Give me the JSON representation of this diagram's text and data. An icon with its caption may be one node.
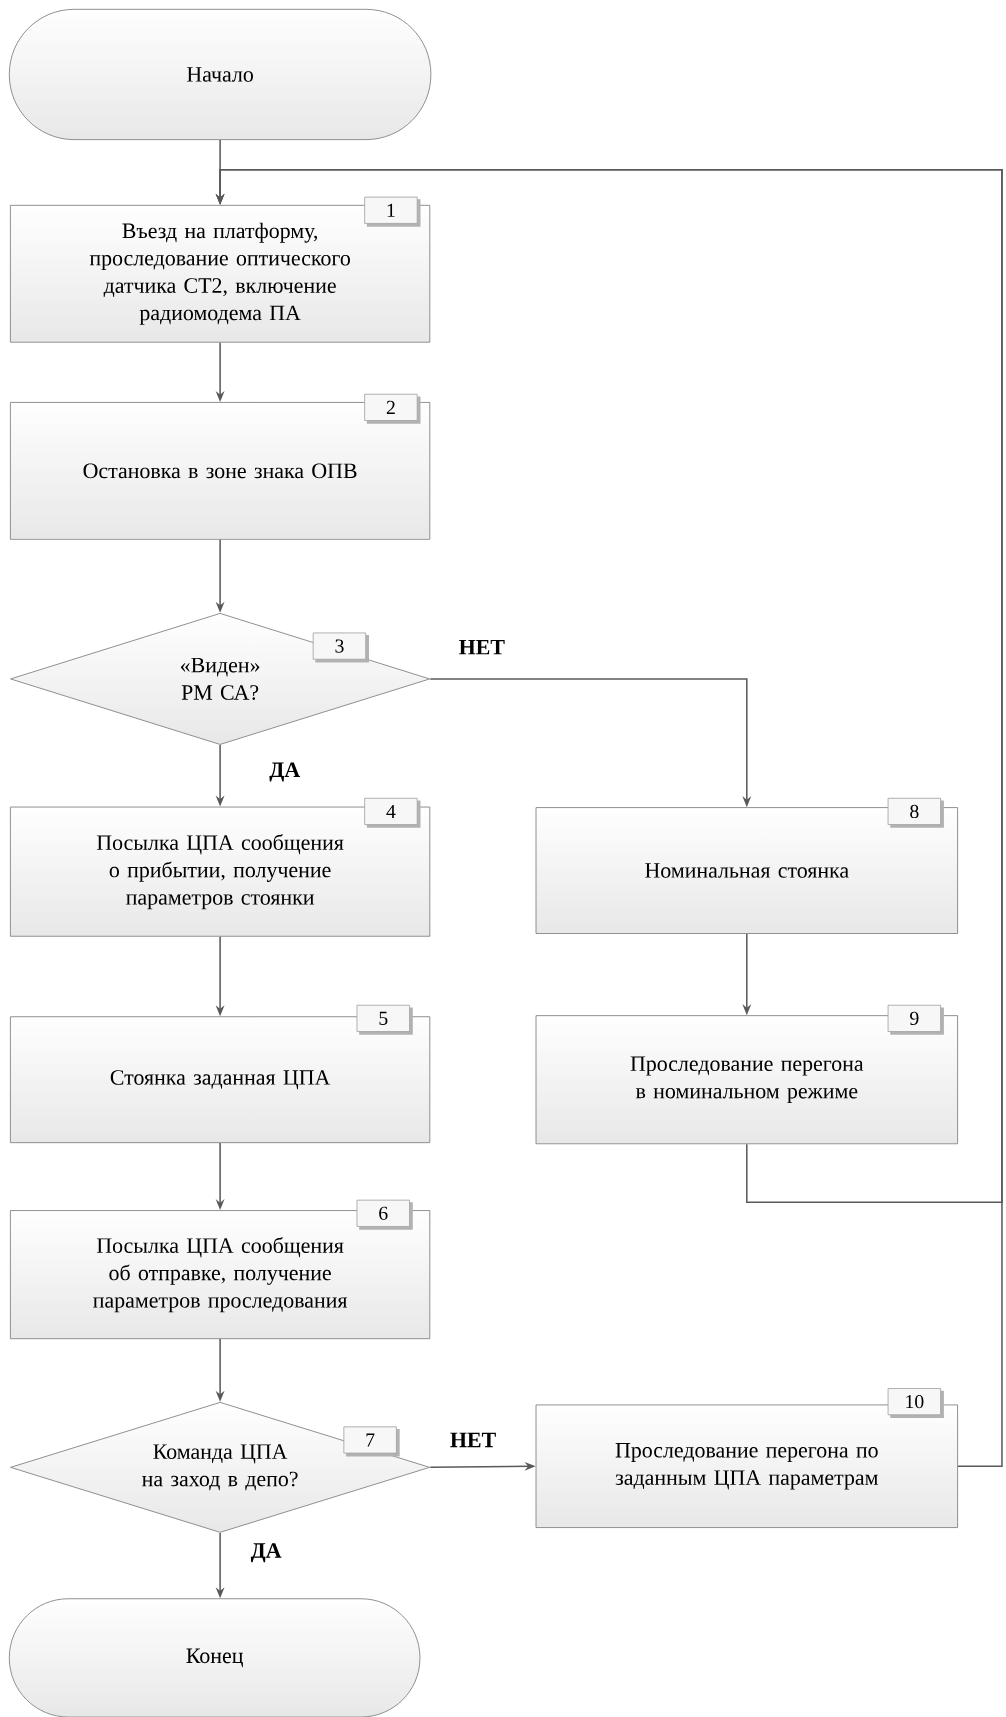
{
  "diagram": {
    "nodes": [
      {
        "text": [
          "Начало"
        ]
      },
      {
        "text": [
          "Въезд на платформу, проследование оптического датчика СТ2, включение радиомодема ПА",
          "1"
        ]
      },
      {
        "text": [
          "Остановка в зоне знака ОПВ",
          "2"
        ]
      },
      {
        "text": [
          "«Виден» РМ СА?",
          "3"
        ]
      },
      {
        "text": [
          "Посылка ЦПА сообщения о прибытии, получение параметров стоянки",
          "4"
        ]
      },
      {
        "text": [
          "Стоянка заданная ЦПА",
          "5"
        ]
      },
      {
        "text": [
          "Посылка ЦПА сообщения об отправке, получение параметров проследования",
          "6"
        ]
      },
      {
        "text": [
          "Команда ЦПА на заход в депо?",
          "7"
        ]
      },
      {
        "text": [
          "Номинальная стоянка",
          "8"
        ]
      },
      {
        "text": [
          "Проследование перегона в номинальном режиме",
          "9"
        ]
      },
      {
        "text": [
          "Проследование перегона по заданным ЦПА параметрам",
          "10"
        ]
      },
      {
        "text": [
          "Конец"
        ]
      }
    ],
    "edges": [
      {
        "from": 0,
        "to": 1,
        "arrow": "to"
      },
      {
        "from": 1,
        "to": 2,
        "arrow": "to"
      },
      {
        "from": 2,
        "to": 3,
        "arrow": "to"
      },
      {
        "from": 3,
        "to": 4,
        "arrow": "to",
        "label": "ДА"
      },
      {
        "from": 3,
        "to": 8,
        "arrow": "to",
        "label": "НЕТ"
      },
      {
        "from": 4,
        "to": 5,
        "arrow": "to"
      },
      {
        "from": 5,
        "to": 6,
        "arrow": "to"
      },
      {
        "from": 6,
        "to": 7,
        "arrow": "to"
      },
      {
        "from": 7,
        "to": 11,
        "arrow": "to",
        "label": "ДА"
      },
      {
        "from": 7,
        "to": 10,
        "arrow": "to",
        "label": "НЕТ"
      },
      {
        "from": 8,
        "to": 9,
        "arrow": "to"
      },
      {
        "from": 9,
        "to": 1,
        "arrow": "to"
      },
      {
        "from": 10,
        "to": 1,
        "arrow": "to"
      }
    ]
  }
}
